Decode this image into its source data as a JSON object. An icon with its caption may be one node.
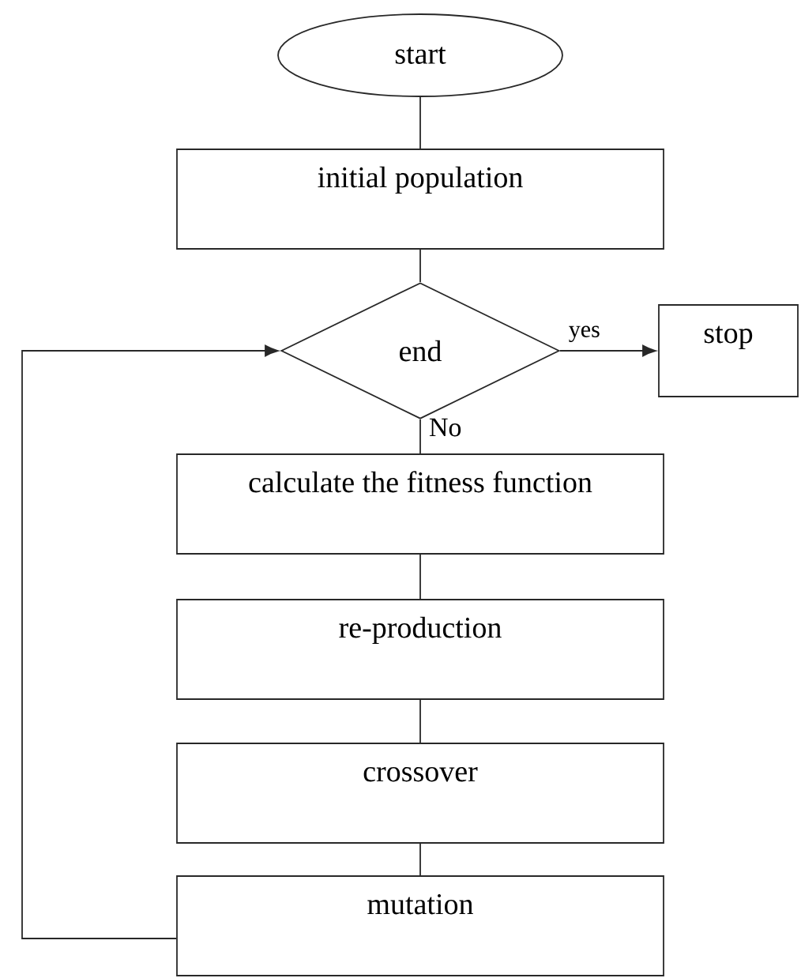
{
  "diagram": {
    "nodes": [
      {
        "text": [
          "start"
        ]
      },
      {
        "text": [
          "initial population"
        ]
      },
      {
        "text": [
          "end"
        ]
      },
      {
        "text": [
          "stop"
        ]
      },
      {
        "text": [
          "calculate the fitness function"
        ]
      },
      {
        "text": [
          "re-production"
        ]
      },
      {
        "text": [
          "crossover"
        ]
      },
      {
        "text": [
          "mutation"
        ]
      }
    ],
    "edges": [
      {
        "from": 0,
        "to": 1,
        "arrow": "none"
      },
      {
        "from": 1,
        "to": 2,
        "arrow": "none"
      },
      {
        "from": 2,
        "to": 3,
        "arrow": "to",
        "label": "yes"
      },
      {
        "from": 2,
        "to": 4,
        "arrow": "none",
        "label": "No"
      },
      {
        "from": 4,
        "to": 5,
        "arrow": "none"
      },
      {
        "from": 5,
        "to": 6,
        "arrow": "none"
      },
      {
        "from": 6,
        "to": 7,
        "arrow": "none"
      },
      {
        "from": 7,
        "to": 2,
        "arrow": "to"
      }
    ]
  }
}
